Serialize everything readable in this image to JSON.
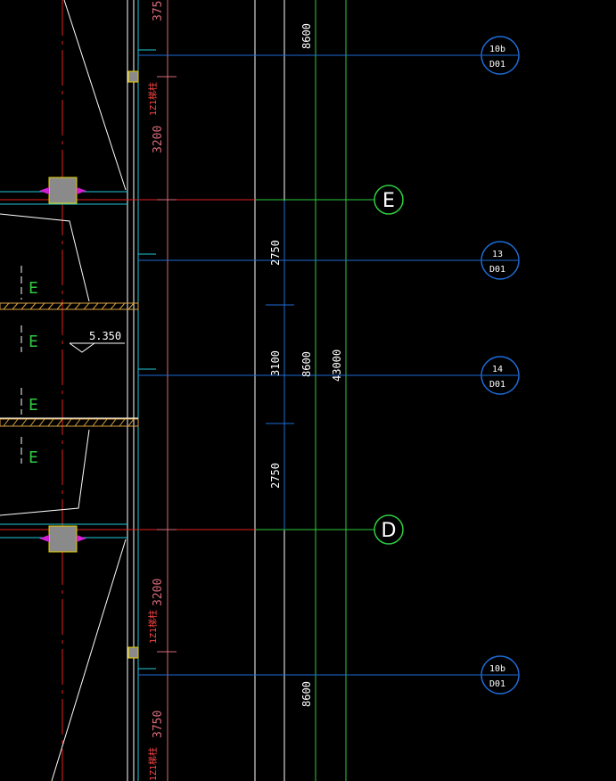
{
  "drawing": {
    "dimensions": {
      "top_partial": "375",
      "upper_3200": "3200",
      "lower_3200": "3200",
      "bottom_3750": "3750",
      "upper_2750": "2750",
      "lower_2750": "2750",
      "middle_3100": "3100",
      "top_8600": "8600",
      "middle_8600": "8600",
      "bottom_8600": "8600",
      "total_43000": "43000"
    },
    "axes": {
      "upper": "E",
      "lower": "D"
    },
    "section_markers": [
      {
        "num": "10b",
        "sheet": "D01"
      },
      {
        "num": "13",
        "sheet": "D01"
      },
      {
        "num": "14",
        "sheet": "D01"
      },
      {
        "num": "10b",
        "sheet": "D01"
      }
    ],
    "level": "5.350",
    "e_labels": [
      "E",
      "E",
      "E",
      "E"
    ],
    "tags": [
      "1Z1梯柱",
      "1Z1梯柱",
      "1Z1梯柱"
    ]
  },
  "colors": {
    "background": "#000000",
    "grid_blue": "#1e6bd6",
    "axis_green": "#2ecc40",
    "line_white": "#ffffff",
    "line_red": "#e02020",
    "dim_pink": "#d86a78",
    "cyan": "#1fc8d8",
    "column_gray": "#8a8a8a",
    "column_yellow": "#e8d000",
    "magenta": "#d020d0",
    "hatch_orange": "#d8a040"
  }
}
